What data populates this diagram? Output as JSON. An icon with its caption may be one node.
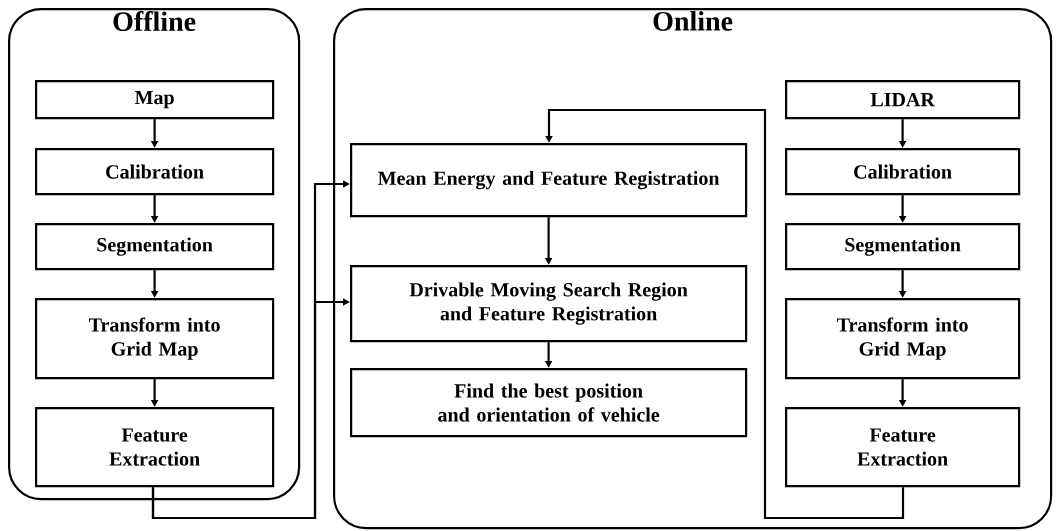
{
  "diagram": {
    "nodes": [
      {
        "text": [
          "Offline"
        ]
      },
      {
        "text": [
          "Map"
        ],
        "in": 0
      },
      {
        "text": [
          "Calibration"
        ],
        "in": 0
      },
      {
        "text": [
          "Segmentation"
        ],
        "in": 0
      },
      {
        "text": [
          "Transform into Grid Map"
        ],
        "in": 0
      },
      {
        "text": [
          "Feature Extraction"
        ],
        "in": 0
      },
      {
        "text": [
          "Online"
        ]
      },
      {
        "text": [
          "Mean Energy and Feature Registration"
        ],
        "in": 6
      },
      {
        "text": [
          "Drivable Moving Search Region and Feature Registration"
        ],
        "in": 6
      },
      {
        "text": [
          "Find the best position and orientation of vehicle"
        ],
        "in": 6
      },
      {
        "text": [
          "LIDAR"
        ],
        "in": 6
      },
      {
        "text": [
          "Calibration"
        ],
        "in": 6
      },
      {
        "text": [
          "Segmentation"
        ],
        "in": 6
      },
      {
        "text": [
          "Transform into Grid Map"
        ],
        "in": 6
      },
      {
        "text": [
          "Feature Extraction"
        ],
        "in": 6
      }
    ],
    "edges": [
      {
        "from": 1,
        "to": 2,
        "arrow": "to"
      },
      {
        "from": 2,
        "to": 3,
        "arrow": "to"
      },
      {
        "from": 3,
        "to": 4,
        "arrow": "to"
      },
      {
        "from": 4,
        "to": 5,
        "arrow": "to"
      },
      {
        "from": 5,
        "to": 7,
        "arrow": "to"
      },
      {
        "from": 5,
        "to": 8,
        "arrow": "to"
      },
      {
        "from": 7,
        "to": 8,
        "arrow": "to"
      },
      {
        "from": 8,
        "to": 9,
        "arrow": "to"
      },
      {
        "from": 10,
        "to": 11,
        "arrow": "to"
      },
      {
        "from": 11,
        "to": 12,
        "arrow": "to"
      },
      {
        "from": 12,
        "to": 13,
        "arrow": "to"
      },
      {
        "from": 13,
        "to": 14,
        "arrow": "to"
      },
      {
        "from": 14,
        "to": 7,
        "arrow": "to"
      }
    ]
  }
}
